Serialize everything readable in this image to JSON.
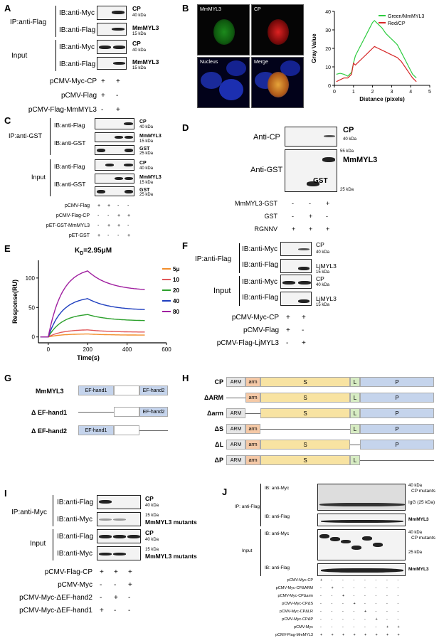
{
  "panels": {
    "A": {
      "letter": "A",
      "ip": "IP:anti-Flag",
      "input": "Input",
      "ib_myc": "IB:anti-Myc",
      "ib_flag": "IB:anti-Flag",
      "cp": "CP",
      "prot": "MmMYL3",
      "kda40": "40 kDa",
      "kda15": "15 kDa",
      "rows": [
        {
          "label": "pCMV-Myc-CP",
          "vals": [
            "+",
            "+"
          ]
        },
        {
          "label": "pCMV-Flag",
          "vals": [
            "+",
            "-"
          ]
        },
        {
          "label": "pCMV-Flag-MmMYL3",
          "vals": [
            "-",
            "+"
          ]
        }
      ]
    },
    "B": {
      "letter": "B",
      "img_labels": [
        "MmMYL3",
        "CP",
        "Nucleus",
        "Merge"
      ],
      "chart_data": {
        "type": "line",
        "xlabel": "Distance (pixels)",
        "ylabel": "Gray Value",
        "xlim": [
          0,
          5
        ],
        "ylim": [
          0,
          40
        ],
        "xticks": [
          "0",
          "1",
          "2",
          "3",
          "4",
          "5"
        ],
        "yticks": [
          "0",
          "10",
          "20",
          "30",
          "40"
        ],
        "series": [
          {
            "name": "Green/MmMYL3",
            "color": "#2ecc40",
            "x": [
              0.1,
              0.3,
              0.5,
              0.7,
              0.9,
              1.0,
              1.1,
              1.3,
              1.5,
              1.7,
              1.9,
              2.0,
              2.1,
              2.3,
              2.5,
              2.7,
              2.9,
              3.1,
              3.3,
              3.5,
              3.7,
              3.9,
              4.1,
              4.3
            ],
            "y": [
              6,
              6.5,
              6,
              5,
              7,
              12,
              16,
              20,
              24,
              28,
              32,
              34,
              35,
              33,
              31,
              28,
              26,
              24,
              22,
              18,
              14,
              10,
              6,
              4
            ]
          },
          {
            "name": "Red/CP",
            "color": "#d62728",
            "x": [
              0.1,
              0.3,
              0.5,
              0.7,
              0.9,
              1.0,
              1.1,
              1.3,
              1.5,
              1.7,
              1.9,
              2.0,
              2.1,
              2.3,
              2.5,
              2.7,
              2.9,
              3.1,
              3.3,
              3.5,
              3.7,
              3.9,
              4.1,
              4.3
            ],
            "y": [
              2,
              3,
              4,
              4,
              6,
              12,
              11,
              13,
              15,
              17,
              19,
              20,
              21,
              20,
              19,
              18,
              17,
              16,
              15,
              13,
              10,
              7,
              4,
              2
            ]
          }
        ]
      }
    },
    "C": {
      "letter": "C",
      "ip": "IP:anti-GST",
      "input": "Input",
      "ib_flag": "IB:anti-Flag",
      "ib_gst": "IB:anti-GST",
      "cp": "CP",
      "prot": "MmMYL3",
      "gst": "GST",
      "kda40": "40 kDa",
      "kda15": "15 kDa",
      "kda25": "25 kDa",
      "rows": [
        {
          "label": "pCMV-Flag",
          "vals": [
            "+",
            "+",
            "-",
            "-"
          ]
        },
        {
          "label": "pCMV-Flag-CP",
          "vals": [
            "-",
            "-",
            "+",
            "+"
          ]
        },
        {
          "label": "pET-GST-MmMYL3",
          "vals": [
            "-",
            "+",
            "+",
            "-"
          ]
        },
        {
          "label": "pET-GST",
          "vals": [
            "+",
            "-",
            "-",
            "+"
          ]
        }
      ]
    },
    "D": {
      "letter": "D",
      "anti_cp": "Anti-CP",
      "anti_gst": "Anti-GST",
      "cp": "CP",
      "prot": "MmMYL3",
      "gst": "GST",
      "kda40": "40 kDa",
      "kda55": "55 kDa",
      "kda25": "25 kDa",
      "rows": [
        {
          "label": "MmMYL3-GST",
          "vals": [
            "-",
            "-",
            "+"
          ]
        },
        {
          "label": "GST",
          "vals": [
            "-",
            "+",
            "-"
          ]
        },
        {
          "label": "RGNNV",
          "vals": [
            "+",
            "+",
            "+"
          ]
        }
      ]
    },
    "E": {
      "letter": "E",
      "kd": "K",
      "kd_sub": "D",
      "kd_val": "=2.95μM",
      "chart_data": {
        "type": "line",
        "xlabel": "Time(s)",
        "ylabel": "Response(RU)",
        "xlim": [
          -50,
          600
        ],
        "ylim": [
          -10,
          130
        ],
        "xticks": [
          "0",
          "200",
          "400",
          "600"
        ],
        "yticks": [
          "0",
          "50",
          "100"
        ],
        "series": [
          {
            "name": "5μM",
            "color": "#f28e2b",
            "peak": 5,
            "end": 3
          },
          {
            "name": "10μM",
            "color": "#e15759",
            "peak": 12,
            "end": 8
          },
          {
            "name": "20μM",
            "color": "#2ca02c",
            "peak": 38,
            "end": 27
          },
          {
            "name": "40μM",
            "color": "#1f3fbf",
            "peak": 65,
            "end": 45
          },
          {
            "name": "80μM",
            "color": "#a020a0",
            "peak": 112,
            "end": 78
          }
        ]
      }
    },
    "F": {
      "letter": "F",
      "ip": "IP:anti-Flag",
      "input": "Input",
      "ib_myc": "IB:anti-Myc",
      "ib_flag": "IB:anti-Flag",
      "cp": "CP",
      "prot": "LjMYL3",
      "kda40": "40 kDa",
      "kda15": "15 kDa",
      "rows": [
        {
          "label": "pCMV-Myc-CP",
          "vals": [
            "+",
            "+"
          ]
        },
        {
          "label": "pCMV-Flag",
          "vals": [
            "+",
            "-"
          ]
        },
        {
          "label": "pCMV-Flag-LjMYL3",
          "vals": [
            "-",
            "+"
          ]
        }
      ]
    },
    "G": {
      "letter": "G",
      "rows": [
        "MmMYL3",
        "Δ EF-hand1",
        "Δ EF-hand2"
      ],
      "ef1": "EF-hand1",
      "ef2": "EF-hand2"
    },
    "H": {
      "letter": "H",
      "rows": [
        "CP",
        "ΔARM",
        "Δarm",
        "ΔS",
        "ΔL",
        "ΔP"
      ],
      "ARM": "ARM",
      "arm": "arm",
      "S": "S",
      "L": "L",
      "P": "P"
    },
    "I": {
      "letter": "I",
      "ip": "IP:anti-Myc",
      "input": "Input",
      "ib_flag": "IB:anti-Flag",
      "ib_myc": "IB:anti-Myc",
      "cp": "CP",
      "prot": "MmMYL3 mutants",
      "kda40": "40 kDa",
      "kda15": "15 kDa",
      "rows": [
        {
          "label": "pCMV-Flag-CP",
          "vals": [
            "+",
            "+",
            "+"
          ]
        },
        {
          "label": "pCMV-Myc",
          "vals": [
            "-",
            "-",
            "+"
          ]
        },
        {
          "label": "pCMV-Myc-ΔEF-hand2",
          "vals": [
            "-",
            "+",
            "-"
          ]
        },
        {
          "label": "pCMV-Myc-ΔEF-hand1",
          "vals": [
            "+",
            "-",
            "-"
          ]
        }
      ]
    },
    "J": {
      "letter": "J",
      "ip": "IP: anti-Flag",
      "input": "Input",
      "ib_myc": "IB: anti-Myc",
      "ib_flag": "IB: anti-Flag",
      "cp_mut": "CP mutants",
      "igg": "IgG (25 kDa)",
      "prot": "MmMYL3",
      "kda40": "40 kDa",
      "kda25": "25 kDa",
      "rows": [
        {
          "label": "pCMV-Myc-CP",
          "vals": [
            "+",
            "-",
            "-",
            "-",
            "-",
            "-",
            "-",
            "-"
          ]
        },
        {
          "label": "pCMV-Myc-CPΔARM",
          "vals": [
            "-",
            "+",
            "-",
            "-",
            "-",
            "-",
            "-",
            "-"
          ]
        },
        {
          "label": "pCMV-Myc-CPΔarm",
          "vals": [
            "-",
            "-",
            "+",
            "-",
            "-",
            "-",
            "-",
            "-"
          ]
        },
        {
          "label": "pCMV-Myc-CPΔS",
          "vals": [
            "-",
            "-",
            "-",
            "+",
            "-",
            "-",
            "-",
            "-"
          ]
        },
        {
          "label": "pCMV-Myc-CPΔLR",
          "vals": [
            "-",
            "-",
            "-",
            "-",
            "+",
            "-",
            "-",
            "-"
          ]
        },
        {
          "label": "pCMV-Myc-CPΔP",
          "vals": [
            "-",
            "-",
            "-",
            "-",
            "-",
            "+",
            "-",
            "-"
          ]
        },
        {
          "label": "pCMV-Myc",
          "vals": [
            "-",
            "-",
            "-",
            "-",
            "-",
            "-",
            "+",
            "+"
          ]
        },
        {
          "label": "pCMV-Flag-MmMYL3",
          "vals": [
            "+",
            "+",
            "+",
            "+",
            "+",
            "+",
            "+",
            "+"
          ]
        }
      ]
    }
  }
}
